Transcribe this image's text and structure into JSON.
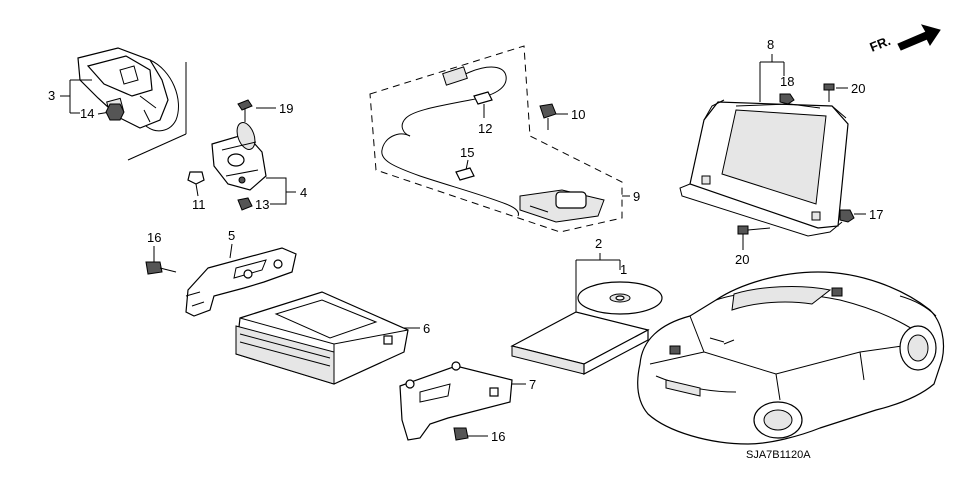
{
  "orientation": {
    "label": "FR."
  },
  "diagram_code": "SJA7B1120A",
  "callouts": {
    "c1": "1",
    "c2": "2",
    "c3": "3",
    "c4": "4",
    "c5": "5",
    "c6": "6",
    "c7": "7",
    "c8": "8",
    "c9": "9",
    "c10": "10",
    "c11": "11",
    "c12": "12",
    "c13": "13",
    "c14": "14",
    "c15": "15",
    "c16a": "16",
    "c16b": "16",
    "c17": "17",
    "c18": "18",
    "c19": "19",
    "c20a": "20",
    "c20b": "20"
  },
  "icons": [
    "arrow-icon"
  ]
}
